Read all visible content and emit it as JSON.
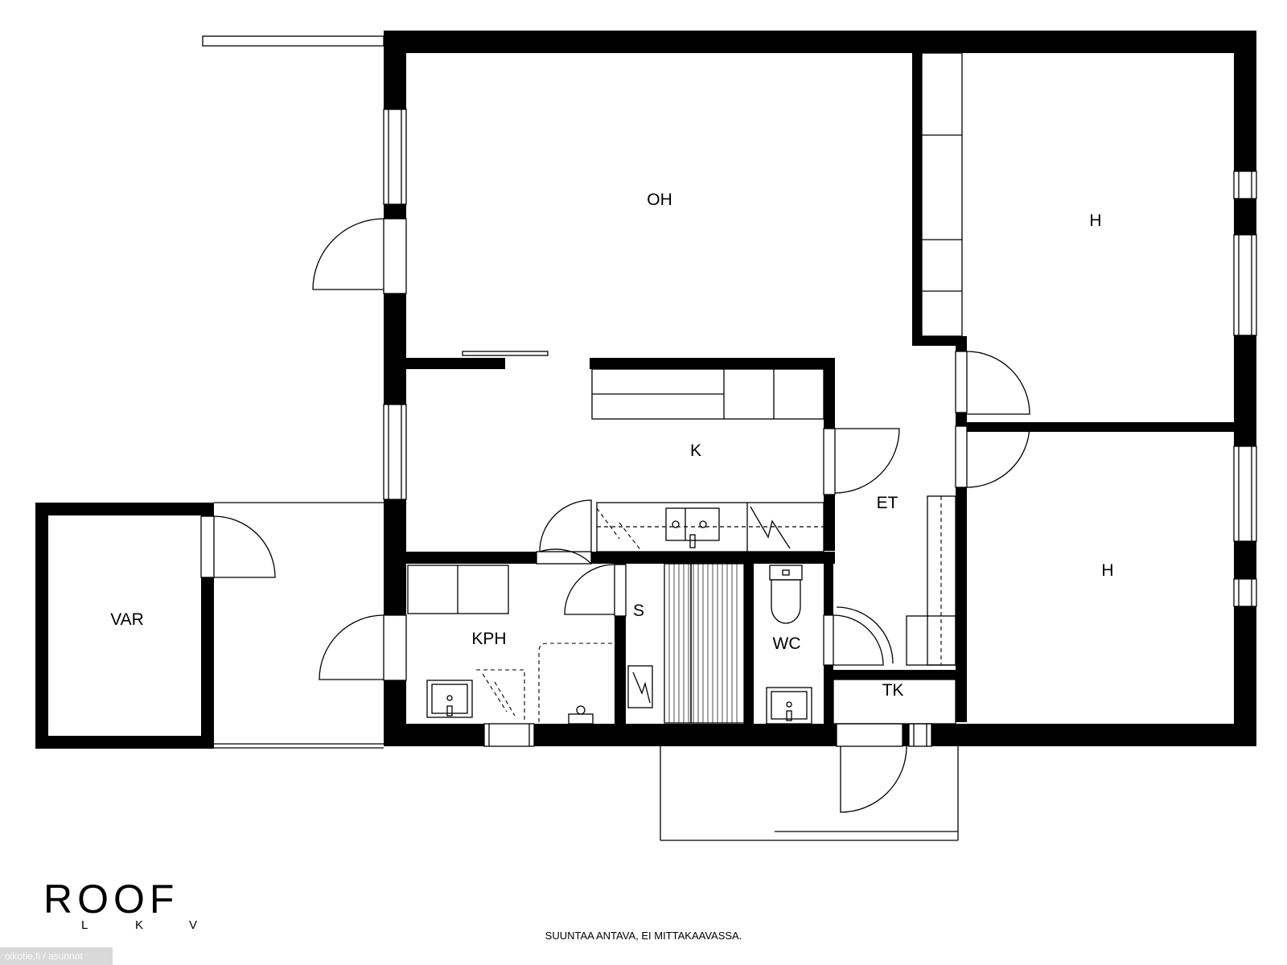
{
  "rooms": {
    "oh": "OH",
    "h1": "H",
    "h2": "H",
    "k": "K",
    "et": "ET",
    "kph": "KPH",
    "s": "S",
    "wc": "WC",
    "tk": "TK",
    "var": "VAR"
  },
  "logo": {
    "name": "ROOF",
    "sub_1": "L",
    "sub_2": "K",
    "sub_3": "V"
  },
  "note": "SUUNTAA ANTAVA, EI MITTAKAAVASSA.",
  "watermark": "oikotie.fi / asunnot"
}
